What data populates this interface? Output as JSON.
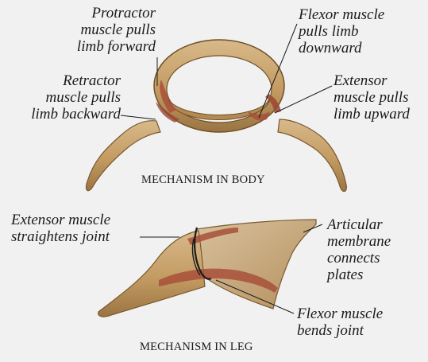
{
  "body_mechanism": {
    "caption": "MECHANISM IN BODY",
    "labels": {
      "protractor": "Protractor\nmuscle pulls\nlimb forward",
      "retractor": "Retractor\nmuscle pulls\nlimb backward",
      "flexor": "Flexor muscle\npulls limb\ndownward",
      "extensor": "Extensor\nmuscle pulls\nlimb upward"
    }
  },
  "leg_mechanism": {
    "caption": "MECHANISM IN LEG",
    "labels": {
      "extensor": "Extensor muscle\nstraightens joint",
      "articular": "Articular\nmembrane\nconnects\nplates",
      "flexor": "Flexor muscle\nbends joint"
    }
  },
  "colors": {
    "background": "#f1f1f1",
    "exoskeleton": "#c9a46a",
    "exoskeleton_dark": "#8a6434",
    "muscle": "#a8503a",
    "membrane": "#1c1c1c"
  }
}
